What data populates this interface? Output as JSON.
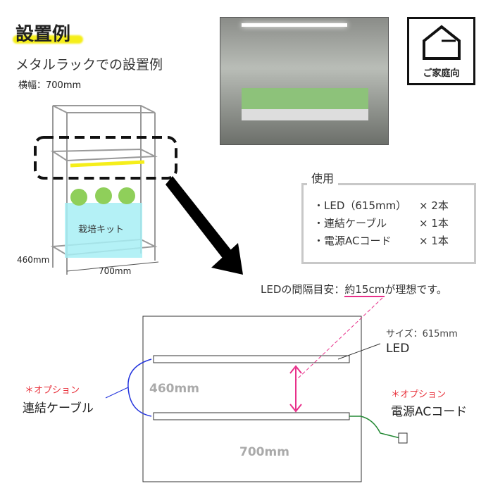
{
  "title": "設置例",
  "subtitle": "メタルラックでの設置例",
  "width_note": "横幅：700mm",
  "rack": {
    "kit_label": "栽培キット",
    "depth": "460mm",
    "width": "700mm"
  },
  "badge": {
    "label": "ご家庭向"
  },
  "usage": {
    "title": "使用",
    "items": [
      {
        "name": "・LED（615mm）",
        "qty": "× 2本"
      },
      {
        "name": "・連結ケーブル",
        "qty": "× 1本"
      },
      {
        "name": "・電源ACコード",
        "qty": "× 1本"
      }
    ]
  },
  "spacing": {
    "prefix": "LEDの間隔目安：",
    "value": "約15cm",
    "suffix": "が理想です。"
  },
  "diagram": {
    "size_label": "サイズ：615mm",
    "led_label": "LED",
    "option1": "＊オプション",
    "cable": "連結ケーブル",
    "option2": "＊オプション",
    "ac_cord": "電源ACコード",
    "depth": "460mm",
    "width": "700mm"
  },
  "colors": {
    "accent": "#e8308a",
    "highlight": "#f5ee1a",
    "option": "#e8303a"
  }
}
